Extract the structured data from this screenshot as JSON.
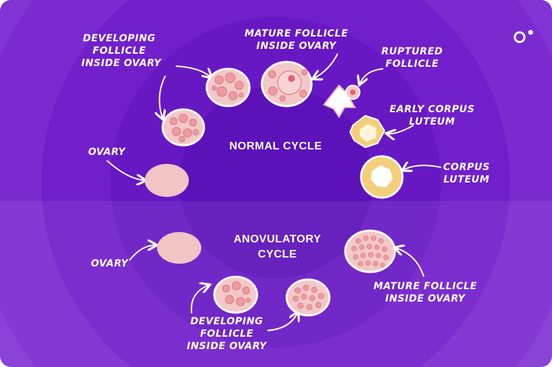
{
  "normal": {
    "title": "NORMAL CYCLE",
    "labels": {
      "developing": [
        "Developing",
        "Follicle",
        "Inside Ovary"
      ],
      "mature": [
        "Mature Follicle",
        "Inside Ovary"
      ],
      "ruptured": [
        "Ruptured",
        "Follicle"
      ],
      "early_corpus": [
        "Early Corpus",
        "Luteum"
      ],
      "corpus": [
        "Corpus",
        "Luteum"
      ],
      "ovary": "Ovary"
    }
  },
  "anovulatory": {
    "title": [
      "ANOVULATORY",
      "CYCLE"
    ],
    "labels": {
      "ovary": "Ovary",
      "developing": [
        "Developing",
        "Follicle",
        "Inside Ovary"
      ],
      "mature": [
        "Mature Follicle",
        "Inside Ovary"
      ]
    }
  },
  "colors": {
    "background": "#6718c2",
    "ovary": "#f2c4c4",
    "follicle": "#ee9ba2",
    "corpus_luteum": "#f4cf7a"
  },
  "logo": "brand-logo-icon"
}
